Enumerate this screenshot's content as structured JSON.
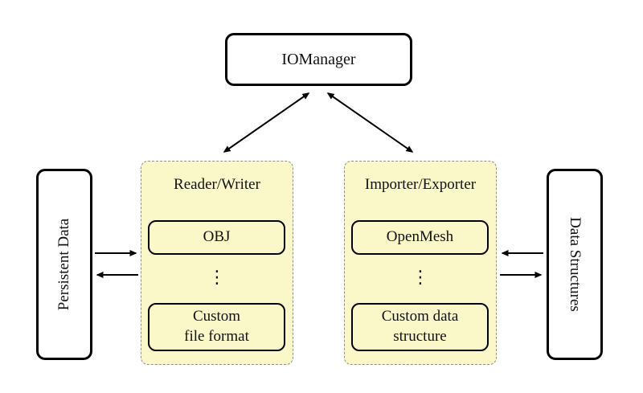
{
  "colors": {
    "background": "#FFFFFF",
    "group_fill": "#FAF7C8",
    "group_border": "#8F8F8F",
    "node_fill": "#FFFFFF",
    "node_border": "#000000",
    "arrow": "#000000"
  },
  "nodes": {
    "io_manager": {
      "label": "IOManager"
    },
    "persistent_data": {
      "label": "Persistent Data"
    },
    "data_structures": {
      "label": "Data Structures"
    }
  },
  "groups": {
    "reader_writer": {
      "label": "Reader/Writer",
      "dots": "⋮",
      "items": [
        {
          "lines": [
            "OBJ"
          ]
        },
        {
          "lines": [
            "Custom",
            "file format"
          ]
        }
      ]
    },
    "importer_exporter": {
      "label": "Importer/Exporter",
      "dots": "⋮",
      "items": [
        {
          "lines": [
            "OpenMesh"
          ]
        },
        {
          "lines": [
            "Custom data",
            "structure"
          ]
        }
      ]
    }
  }
}
